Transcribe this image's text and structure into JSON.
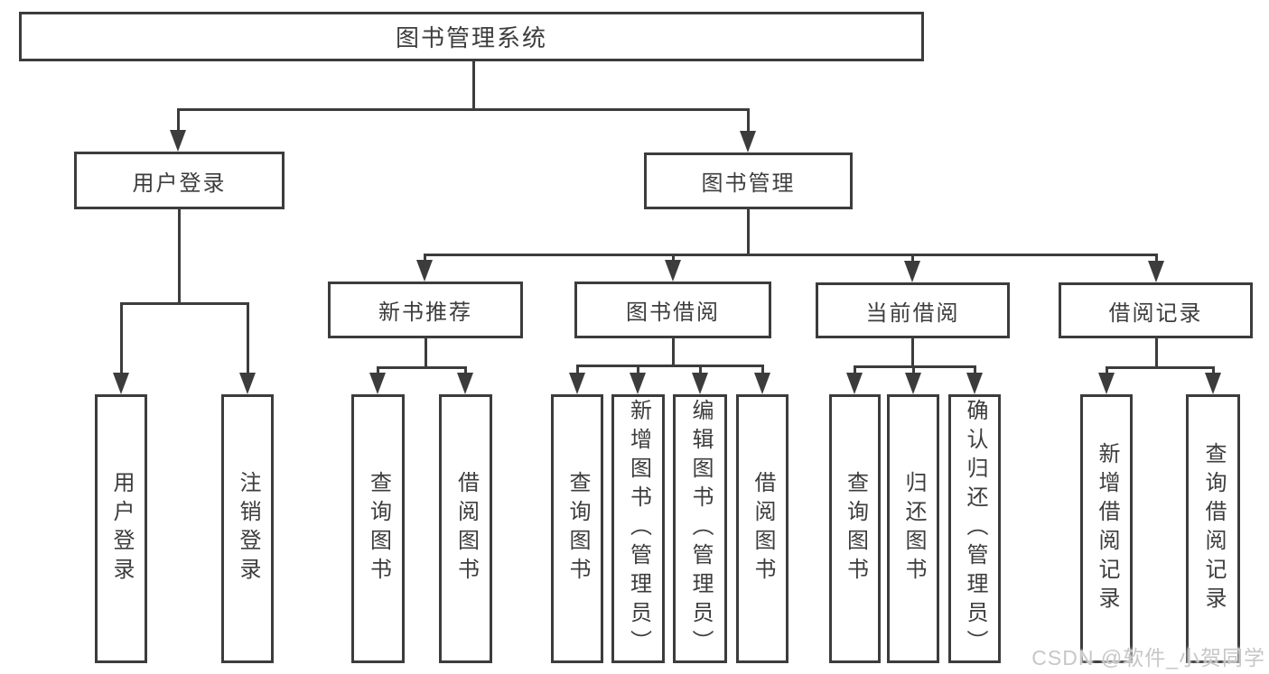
{
  "tree": {
    "root": {
      "label": "图书管理系统"
    },
    "branches": [
      {
        "label": "用户登录",
        "children": [
          {
            "label": "用户登录"
          },
          {
            "label": "注销登录"
          }
        ]
      },
      {
        "label": "图书管理",
        "children": [
          {
            "label": "新书推荐",
            "children": [
              {
                "label": "查询图书"
              },
              {
                "label": "借阅图书"
              }
            ]
          },
          {
            "label": "图书借阅",
            "children": [
              {
                "label": "查询图书"
              },
              {
                "label": "新增图书（管理员）"
              },
              {
                "label": "编辑图书（管理员）"
              },
              {
                "label": "借阅图书"
              }
            ]
          },
          {
            "label": "当前借阅",
            "children": [
              {
                "label": "查询图书"
              },
              {
                "label": "归还图书"
              },
              {
                "label": "确认归还（管理员）"
              }
            ]
          },
          {
            "label": "借阅记录",
            "children": [
              {
                "label": "新增借阅记录"
              },
              {
                "label": "查询借阅记录"
              }
            ]
          }
        ]
      }
    ]
  },
  "watermark": "CSDN @软件_小贺同学",
  "colors": {
    "line": "#3c3c3c",
    "text": "#3d3d3d",
    "bg": "#ffffff",
    "wm": "#c7c7c7"
  }
}
